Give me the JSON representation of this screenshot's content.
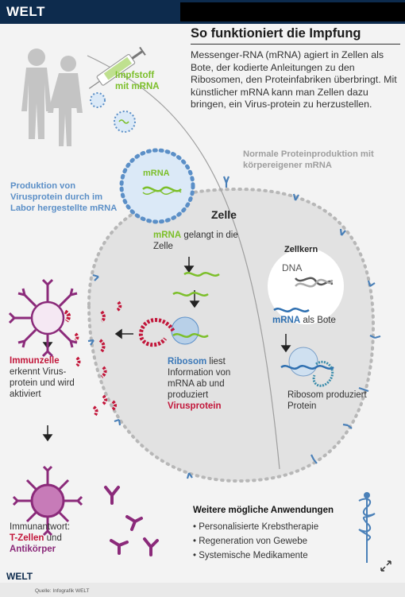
{
  "brand": {
    "logo": "WELT",
    "footer_logo": "WELT"
  },
  "header": {
    "title": "So funktioniert die Impfung"
  },
  "intro": "Messenger-RNA (mRNA) agiert in Zellen als Bote, der kodierte Anleitungen zu den Ribosomen, den Proteinfabriken überbringt. Mit künstlicher mRNA kann man Zellen dazu bringen, ein Virus-protein zu herzustellen.",
  "labels": {
    "impfstoff_line1": "Impfstoff",
    "impfstoff_line2": "mit mRNA",
    "produktion": "Produktion von Virusprotein durch im Labor hergestellte mRNA",
    "normale": "Normale Proteinproduktion mit körpereigener mRNA",
    "mrna_badge": "mRNA",
    "zelle": "Zelle",
    "gelangt_mrna": "mRNA",
    "gelangt_rest": " gelangt in die Zelle",
    "zellkern": "Zellkern",
    "dna": "DNA",
    "bote_mrna": "mRNA",
    "bote_rest": " als Bote",
    "ribosom_left_head": "Ribosom",
    "ribosom_left_body": " liest Information von mRNA ab und produziert ",
    "ribosom_left_tail": "Virusprotein",
    "ribosom_right": "Ribosom produziert Protein",
    "immunzelle_head": "Immunzelle",
    "immunzelle_body": " erkennt Virus-protein und wird aktiviert",
    "antwort_head": "Immunantwort:",
    "antwort_tzellen": "T-Zellen",
    "antwort_und": " und ",
    "antwort_antikoerper": "Antikörper"
  },
  "applications": {
    "heading": "Weitere mögliche Anwendungen",
    "items": [
      "Personalisierte Krebstherapie",
      "Regeneration von Gewebe",
      "Systemische Medikamente"
    ]
  },
  "source": "Quelle: Infografik WELT",
  "icons": [
    "syringe-icon",
    "caduceus-icon",
    "expand-icon"
  ],
  "colors": {
    "green": "#7cbf2a",
    "blue": "#3b78b8",
    "red": "#c2163a",
    "purple": "#8b2a7a",
    "navy": "#0d2b4d"
  }
}
